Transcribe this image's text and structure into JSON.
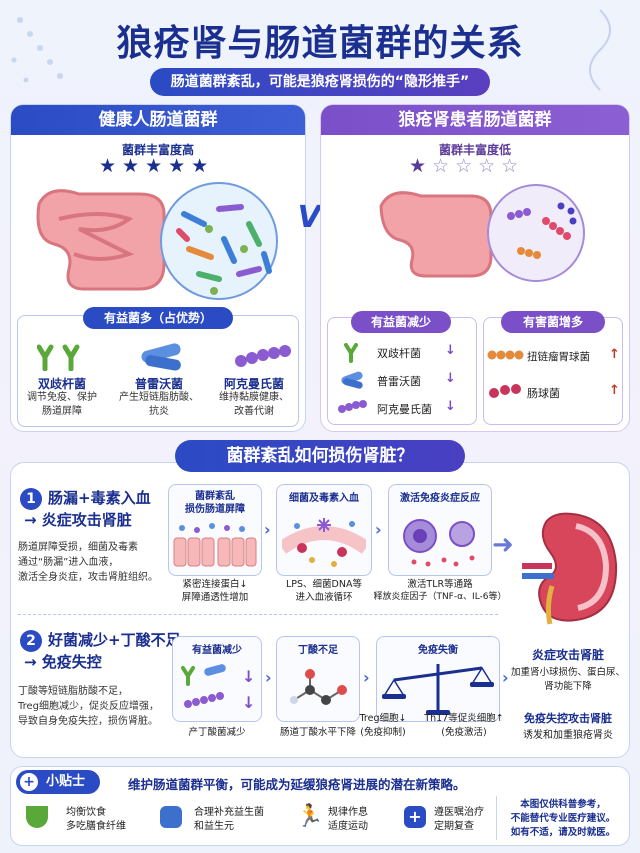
{
  "title": "狼疮肾与肠道菌群的关系",
  "subtitle": "肠道菌群紊乱，可能是狼疮肾损伤的“隐形推手”",
  "vs": "VS",
  "healthy": {
    "header": "健康人肠道菌群",
    "richness_label": "菌群丰富度高",
    "stars": "★★★★★",
    "good_label": "有益菌多（占优势）",
    "bacteria": [
      {
        "name": "双歧杆菌",
        "desc1": "调节免疫、保护",
        "desc2": "肠道屏障"
      },
      {
        "name": "普雷沃菌",
        "desc1": "产生短链脂肪酸、",
        "desc2": "抗炎"
      },
      {
        "name": "阿克曼氏菌",
        "desc1": "维持黏膜健康、",
        "desc2": "改善代谢"
      }
    ]
  },
  "patient": {
    "header": "狼疮肾患者肠道菌群",
    "richness_label": "菌群丰富度低",
    "stars_filled": "★",
    "stars_empty": "☆☆☆☆",
    "good_down_label": "有益菌减少",
    "bad_up_label": "有害菌增多",
    "good_down": [
      {
        "name": "双歧杆菌",
        "arrow": "↓"
      },
      {
        "name": "普雷沃菌",
        "arrow": "↓"
      },
      {
        "name": "阿克曼氏菌",
        "arrow": "↓"
      }
    ],
    "bad_up": [
      {
        "name": "扭链瘤胃球菌",
        "arrow": "↑"
      },
      {
        "name": "肠球菌",
        "arrow": "↑"
      }
    ]
  },
  "mechanism": {
    "header": "菌群紊乱如何损伤肾脏？",
    "m1": {
      "num": "1",
      "title1": "肠漏+毒素入血",
      "title2": "→ 炎症攻击肾脏",
      "desc1": "肠道屏障受损，细菌及毒素",
      "desc2": "通过“肠漏”进入血液，",
      "desc3": "激活全身炎症，攻击肾脏组织。",
      "box1_title1": "菌群紊乱",
      "box1_title2": "损伤肠道屏障",
      "box1_cap1": "紧密连接蛋白↓",
      "box1_cap2": "屏障通透性增加",
      "box2_title": "细菌及毒素入血",
      "box2_cap1": "LPS、细菌DNA等",
      "box2_cap2": "进入血液循环",
      "box3_title": "激活免疫炎症反应",
      "box3_cap1": "激活TLR等通路",
      "box3_cap2": "释放炎症因子（TNF-α、IL-6等）"
    },
    "m2": {
      "num": "2",
      "title1": "好菌减少+丁酸不足",
      "title2": "→ 免疫失控",
      "desc1": "丁酸等短链脂肪酸不足，",
      "desc2": "Treg细胞减少，促炎反应增强，",
      "desc3": "导致自身免疫失控，损伤肾脏。",
      "box1_title": "有益菌减少",
      "box1_cap": "产丁酸菌减少",
      "box2_title": "丁酸不足",
      "box2_cap": "肠道丁酸水平下降",
      "box3_title": "免疫失衡",
      "treg": "Treg细胞↓",
      "treg_sub": "(免疫抑制)",
      "th17": "Th17等促炎细胞↑",
      "th17_sub": "(免疫激活)"
    },
    "kidney": {
      "title1": "炎症攻击肾脏",
      "desc1": "加重肾小球损伤、蛋白尿、",
      "desc2": "肾功能下降",
      "title2": "免疫失控攻击肾脏",
      "desc3": "诱发和加重狼疮肾炎"
    }
  },
  "tips": {
    "label": "小贴士",
    "headline": "维护肠道菌群平衡，可能成为延缓狼疮肾进展的潜在新策略。",
    "items": [
      {
        "l1": "均衡饮食",
        "l2": "多吃膳食纤维"
      },
      {
        "l1": "合理补充益生菌",
        "l2": "和益生元"
      },
      {
        "l1": "规律作息",
        "l2": "适度运动"
      },
      {
        "l1": "遵医嘱治疗",
        "l2": "定期复查"
      }
    ],
    "disclaimer1": "本图仅供科普参考，",
    "disclaimer2": "不能替代专业医疗建议。",
    "disclaimer3": "如有不适，请及时就医。"
  },
  "colors": {
    "blue": "#2a4bc4",
    "purple": "#7a4fc8",
    "red": "#c0392b"
  }
}
